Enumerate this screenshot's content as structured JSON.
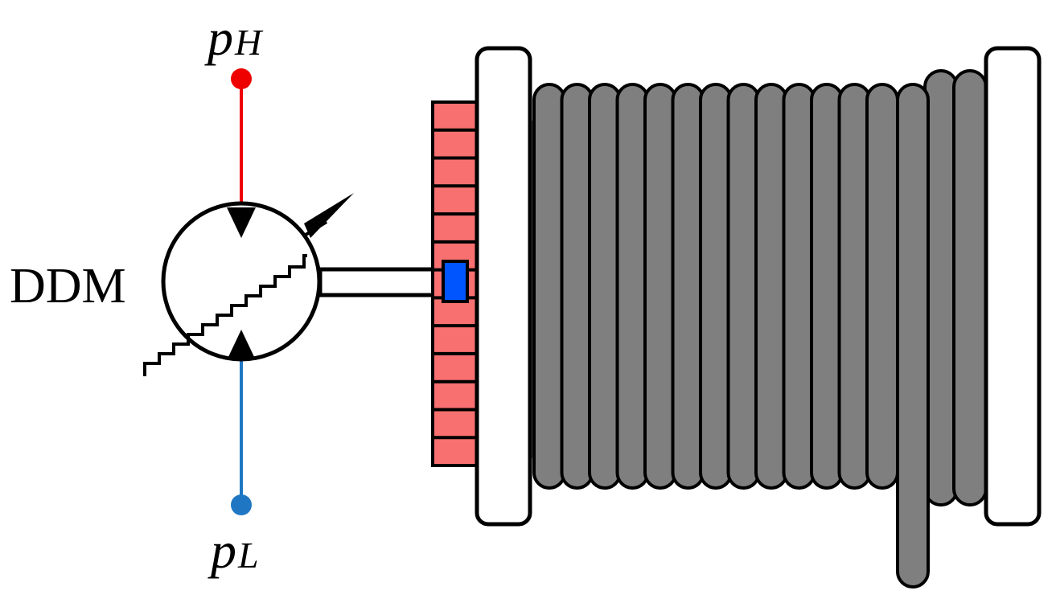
{
  "labels": {
    "high_pressure_main": "p",
    "high_pressure_sub": "H",
    "low_pressure_main": "p",
    "low_pressure_sub": "L",
    "motor": "DDM"
  },
  "colors": {
    "high_pressure_line": "#ee0000",
    "low_pressure_line": "#1f77c4",
    "gear": "#f87070",
    "coupling": "#0055ff",
    "rope": "#7f7f7f",
    "flange": "#ffffff",
    "stroke": "#000000"
  },
  "icons": {
    "motor_symbol": "variable-displacement-motor-icon",
    "high_port": "port-dot-icon",
    "low_port": "port-dot-icon"
  }
}
